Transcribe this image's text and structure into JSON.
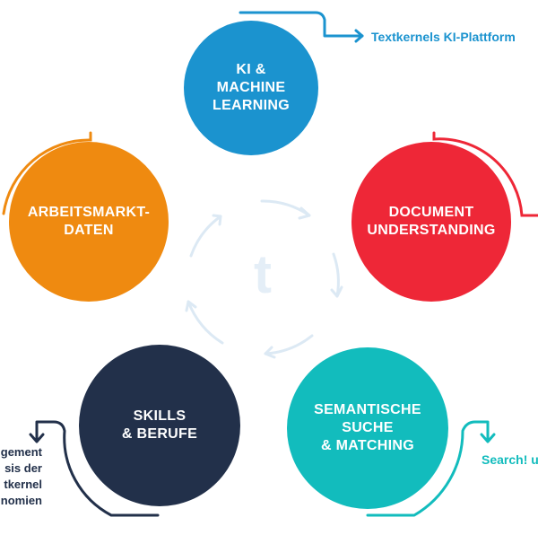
{
  "nodes": {
    "ki": "KI &\nMACHINE\nLEARNING",
    "document": "DOCUMENT\nUNDERSTANDING",
    "semantic": "SEMANTISCHE\nSUCHE\n& MATCHING",
    "skills": "SKILLS\n& BERUFE",
    "arbeitsmarkt": "ARBEITSMARKT-\nDATEN"
  },
  "external": {
    "ki_platform": "Textkernels KI-Plattform",
    "search": "Search! u",
    "left_lines": [
      "gement",
      "sis der",
      "tkernel",
      "nomien"
    ]
  },
  "center_logo": "t",
  "colors": {
    "ki": "#1b93cf",
    "document": "#ee2737",
    "semantic": "#12bcbd",
    "skills": "#22304a",
    "arbeitsmarkt": "#ef8a10",
    "cycle_arrows": "#dce9f4"
  }
}
